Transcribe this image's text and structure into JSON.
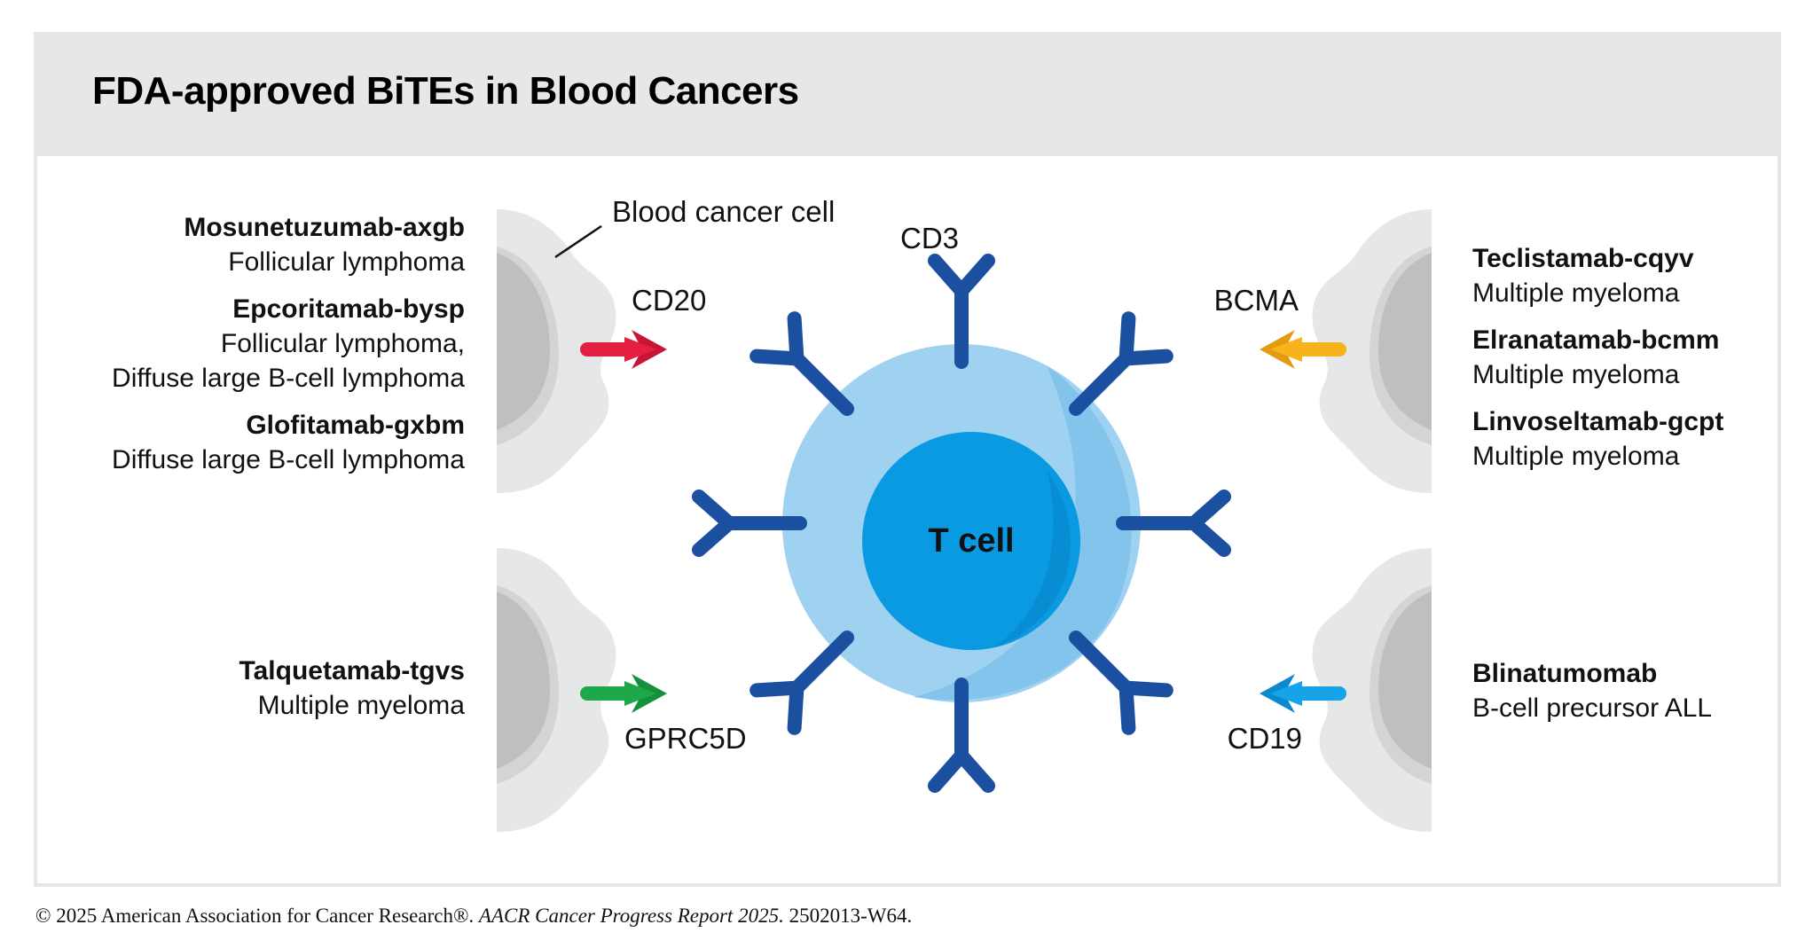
{
  "title": "FDA-approved BiTEs in Blood Cancers",
  "labels": {
    "blood_cancer_cell": "Blood cancer cell",
    "t_cell": "T cell",
    "cd3": "CD3",
    "cd20": "CD20",
    "gprc5d": "GPRC5D",
    "bcma": "BCMA",
    "cd19": "CD19"
  },
  "left_top": [
    {
      "name": "Mosunetuzumab-axgb",
      "indication": [
        "Follicular lymphoma"
      ]
    },
    {
      "name": "Epcoritamab-bysp",
      "indication": [
        "Follicular lymphoma,",
        "Diffuse large B-cell lymphoma"
      ]
    },
    {
      "name": "Glofitamab-gxbm",
      "indication": [
        "Diffuse large B-cell lymphoma"
      ]
    }
  ],
  "left_bottom": [
    {
      "name": "Talquetamab-tgvs",
      "indication": [
        "Multiple myeloma"
      ]
    }
  ],
  "right_top": [
    {
      "name": "Teclistamab-cqyv",
      "indication": [
        "Multiple myeloma"
      ]
    },
    {
      "name": "Elranatamab-bcmm",
      "indication": [
        "Multiple myeloma"
      ]
    },
    {
      "name": "Linvoseltamab-gcpt",
      "indication": [
        "Multiple myeloma"
      ]
    }
  ],
  "right_bottom": [
    {
      "name": "Blinatumomab",
      "indication": [
        "B-cell precursor ALL"
      ]
    }
  ],
  "credit": {
    "prefix": "© 2025 American Association for Cancer Research®.",
    "report": "AACR Cancer Progress Report 2025.",
    "code": "2502013-W64."
  },
  "colors": {
    "header_bg": "#e6e7e9",
    "t_cell_outer": "#9fd1f1",
    "t_cell_inner": "#0a9ae2",
    "receptor": "#1b4fa0",
    "cd20_arrow": "#e3203f",
    "gprc5d_arrow": "#1fa84a",
    "bcma_arrow": "#f7b21c",
    "cd19_arrow": "#16a3e8",
    "cancer_cell": "#e6e7e8",
    "nucleus": "#bebfc1"
  }
}
